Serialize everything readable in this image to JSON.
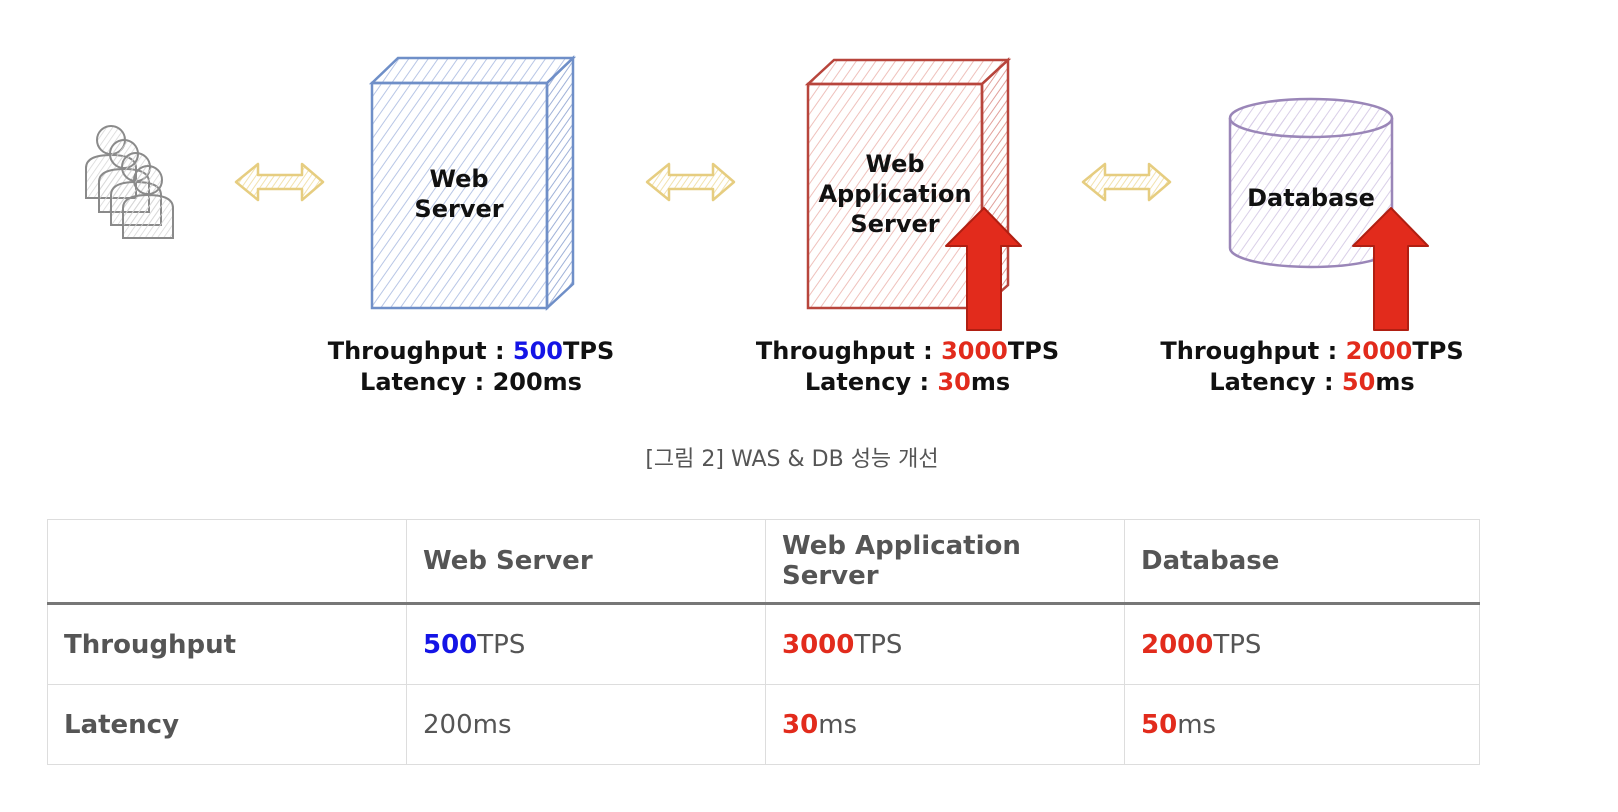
{
  "diagram": {
    "web_server": {
      "label_line1": "Web",
      "label_line2": "Server",
      "throughput_label": "Throughput :",
      "throughput_value": "500",
      "throughput_unit": "TPS",
      "latency_label": "Latency :",
      "latency_value": "200ms"
    },
    "was": {
      "label_line1": "Web",
      "label_line2": "Application",
      "label_line3": "Server",
      "throughput_label": "Throughput :",
      "throughput_value": "3000",
      "throughput_unit": "TPS",
      "latency_label": "Latency :",
      "latency_value": "30",
      "latency_unit": "ms"
    },
    "database": {
      "label": "Database",
      "throughput_label": "Throughput :",
      "throughput_value": "2000",
      "throughput_unit": "TPS",
      "latency_label": "Latency :",
      "latency_value": "50",
      "latency_unit": "ms"
    },
    "colors": {
      "web_server": "#6f8fc8",
      "was": "#b8453c",
      "database": "#9a86b8",
      "arrow": "#e8d08a",
      "up_arrow": "#e22b1c",
      "highlight_blue": "#1414e6",
      "highlight_red": "#e22b1c"
    },
    "icons": [
      "users-icon",
      "bidirectional-arrow-icon",
      "up-arrow-icon"
    ]
  },
  "caption": "[그림 2] WAS & DB 성능 개선",
  "table": {
    "headers": [
      "",
      "Web Server",
      "Web Application Server",
      "Database"
    ],
    "rows": [
      {
        "label": "Throughput",
        "cells": [
          {
            "num": "500",
            "unit": "TPS"
          },
          {
            "num": "3000",
            "unit": "TPS"
          },
          {
            "num": "2000",
            "unit": "TPS"
          }
        ]
      },
      {
        "label": "Latency",
        "cells": [
          {
            "num": "",
            "unit": "200ms"
          },
          {
            "num": "30",
            "unit": "ms"
          },
          {
            "num": "50",
            "unit": "ms"
          }
        ]
      }
    ]
  }
}
